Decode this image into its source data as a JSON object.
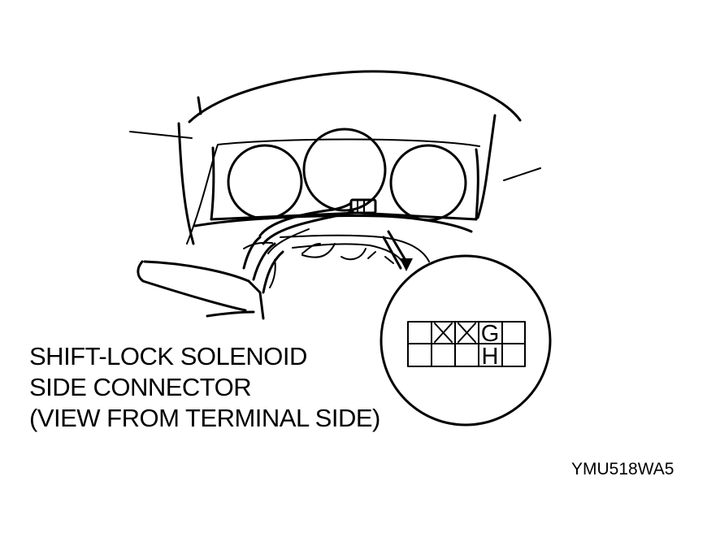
{
  "caption": {
    "line1": "SHIFT-LOCK SOLENOID",
    "line2": "SIDE CONNECTOR",
    "line3": "(VIEW FROM TERMINAL SIDE)"
  },
  "figure_code": "YMU518WA5",
  "connector": {
    "top_row": [
      "",
      "X",
      "X",
      "G",
      ""
    ],
    "bottom_row": [
      "",
      "",
      "",
      "H",
      ""
    ]
  }
}
